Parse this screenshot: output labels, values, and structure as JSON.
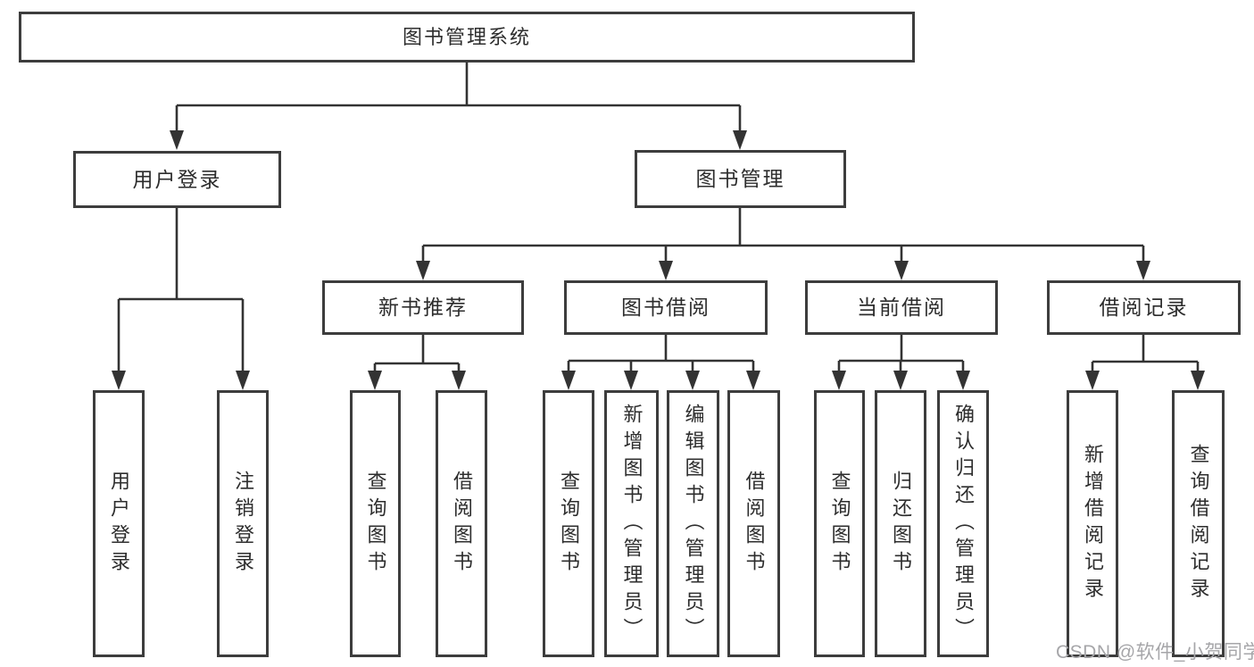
{
  "tree": {
    "root": {
      "label": "图书管理系统"
    },
    "branches": [
      {
        "label": "用户登录",
        "children": [
          {
            "label": "用户登录"
          },
          {
            "label": "注销登录"
          }
        ]
      },
      {
        "label": "图书管理",
        "children": [
          {
            "label": "新书推荐",
            "children": [
              {
                "label": "查询图书"
              },
              {
                "label": "借阅图书"
              }
            ]
          },
          {
            "label": "图书借阅",
            "children": [
              {
                "label": "查询图书"
              },
              {
                "label": "新增图书（管理员）"
              },
              {
                "label": "编辑图书（管理员）"
              },
              {
                "label": "借阅图书"
              }
            ]
          },
          {
            "label": "当前借阅",
            "children": [
              {
                "label": "查询图书"
              },
              {
                "label": "归还图书"
              },
              {
                "label": "确认归还（管理员）"
              }
            ]
          },
          {
            "label": "借阅记录",
            "children": [
              {
                "label": "新增借阅记录"
              },
              {
                "label": "查询借阅记录"
              }
            ]
          }
        ]
      }
    ]
  },
  "watermark": {
    "text": "CSDN @软件_小贺同学"
  },
  "colors": {
    "line": "#333333",
    "box_border": "#3d3d3d",
    "text": "#2d2d2d",
    "watermark": "#a6a6a9",
    "background": "#ffffff"
  }
}
